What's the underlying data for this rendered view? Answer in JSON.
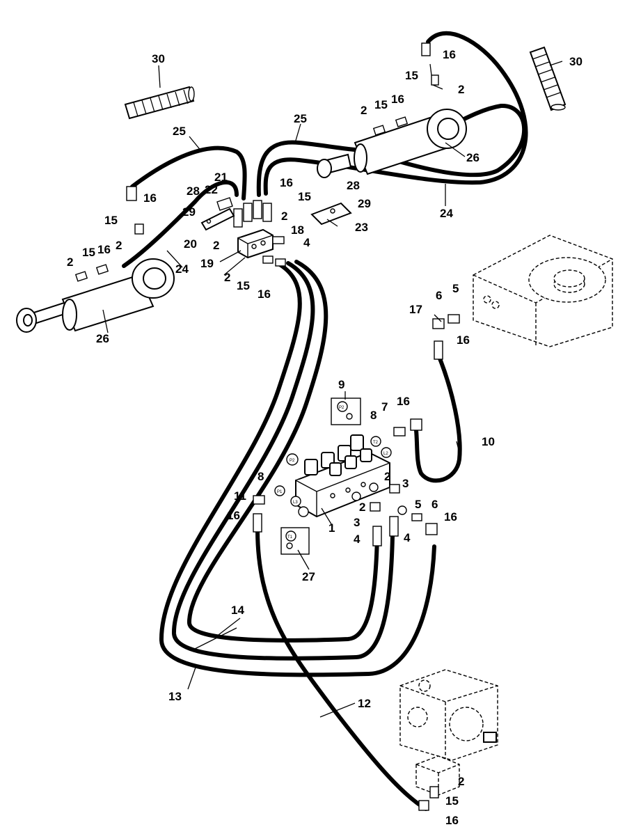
{
  "callouts": {
    "c1": "1",
    "c2": "2",
    "c3": "3",
    "c4": "4",
    "c5": "5",
    "c6": "6",
    "c7": "7",
    "c8": "8",
    "c9": "9",
    "c10": "10",
    "c11": "11",
    "c12": "12",
    "c13": "13",
    "c14": "14",
    "c15": "15",
    "c16": "16",
    "c17": "17",
    "c18": "18",
    "c19": "19",
    "c20": "20",
    "c21": "21",
    "c22": "22",
    "c23": "23",
    "c24": "24",
    "c25": "25",
    "c26": "26",
    "c27": "27",
    "c28": "28",
    "c29": "29",
    "c30": "30"
  },
  "port_labels": {
    "p1": "P2",
    "p2": "T1",
    "p3": "T2",
    "p4": "P1",
    "p5": "L2",
    "p6": "L3"
  }
}
